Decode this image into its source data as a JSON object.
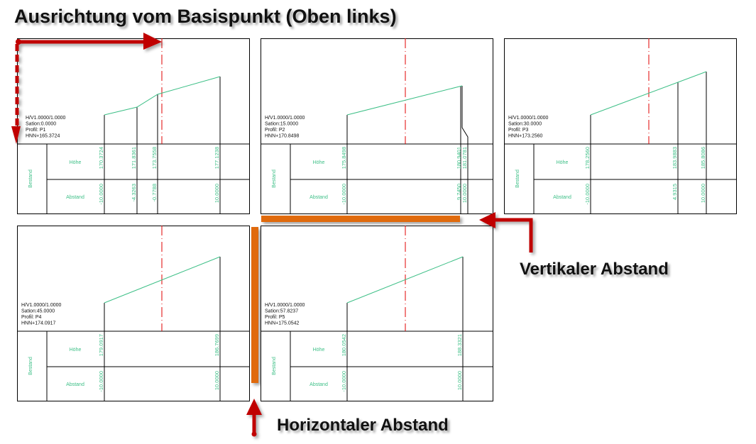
{
  "annotations": {
    "title": "Ausrichtung vom Basispunkt (Oben links)",
    "vertical_label": "Vertikaler Abstand",
    "horizontal_label": "Horizontaler Abstand"
  },
  "table_labels": {
    "side": "Bestand",
    "row1": "Höhe",
    "row2": "Abstand"
  },
  "colors": {
    "profile": "#3cbf86",
    "axis": "#e00000",
    "arrow": "#c00000",
    "bar": "#e06a0e",
    "text_green": "#3cbf86"
  },
  "panels": [
    {
      "info": [
        "H/V1.0000/1.0000",
        "Sation:0.0000",
        "Profil: P1",
        "HNN+165.3724"
      ],
      "heights": [
        "170.3724",
        "171.8361",
        "173.7558",
        "177.1238"
      ],
      "distances": [
        "-10.0000",
        "-4.3263",
        "-0.7788",
        "10.0000"
      ]
    },
    {
      "info": [
        "H/V1.0000/1.0000",
        "Sation:15.0000",
        "Profil: P2",
        "HNN+170.8498"
      ],
      "heights": [
        "175.8498",
        "180.9401",
        "181.0781"
      ],
      "distances": [
        "-10.0000",
        "9.7450",
        "10.0000"
      ]
    },
    {
      "info": [
        "H/V1.0000/1.0000",
        "Sation:30.0000",
        "Profil: P3",
        "HNN+173.2560"
      ],
      "heights": [
        "178.2560",
        "183.9883",
        "185.8086"
      ],
      "distances": [
        "-10.0000",
        "4.9315",
        "10.0000"
      ]
    },
    {
      "info": [
        "H/V1.0000/1.0000",
        "Sation:45.0000",
        "Profil: P4",
        "HNN+174.0917"
      ],
      "heights": [
        "179.0917",
        "186.7699"
      ],
      "distances": [
        "-10.0000",
        "10.0000"
      ]
    },
    {
      "info": [
        "H/V1.0000/1.0000",
        "Sation:57.8237",
        "Profil: P5",
        "HNN+175.0542"
      ],
      "heights": [
        "180.0542",
        "188.3321"
      ],
      "distances": [
        "-10.0000",
        "10.0000"
      ]
    }
  ]
}
